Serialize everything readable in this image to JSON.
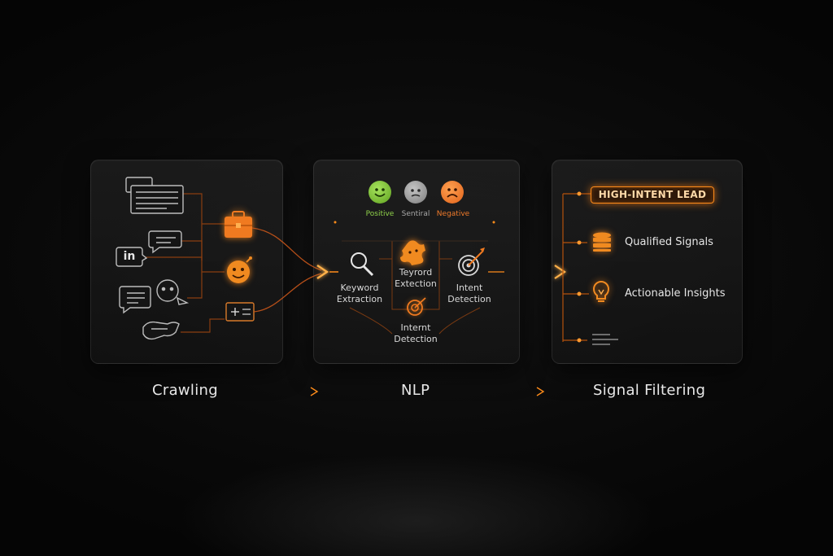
{
  "stages": {
    "crawling": "Crawling",
    "nlp": "NLP",
    "filtering": "Signal Filtering"
  },
  "sentiment": {
    "positive": "Positive",
    "neutral": "Sentiral",
    "negative": "Negative"
  },
  "nlp_nodes": {
    "keyword_1": "Keyword",
    "keyword_2": "Extraction",
    "teyword_1": "Teyrord",
    "teyword_2": "Extection",
    "intent_1": "Intent",
    "intent_2": "Detection",
    "internt_1": "Internt",
    "internt_2": "Detection"
  },
  "filter": {
    "badge": "HIGH-INTENT LEAD",
    "qualified": "Qualified Signals",
    "insights": "Actionable Insights"
  },
  "source_badge": "in",
  "colors": {
    "accent": "#ff8c1a",
    "positive": "#7fc83a",
    "neutral": "#9a9a9a",
    "negative": "#f07a2a",
    "background": "#070707"
  },
  "icons": {
    "sources": [
      "document-stack-icon",
      "chat-bubble-icon",
      "linkedin-icon",
      "message-icon",
      "bot-face-icon",
      "handshake-icon"
    ],
    "hubs": [
      "briefcase-icon",
      "smiley-bot-icon",
      "card-icon"
    ],
    "nlp": [
      "magnifier-icon",
      "puzzle-icon",
      "target-icon",
      "target-small-icon"
    ],
    "outputs": [
      "database-icon",
      "lightbulb-icon",
      "list-icon"
    ]
  }
}
